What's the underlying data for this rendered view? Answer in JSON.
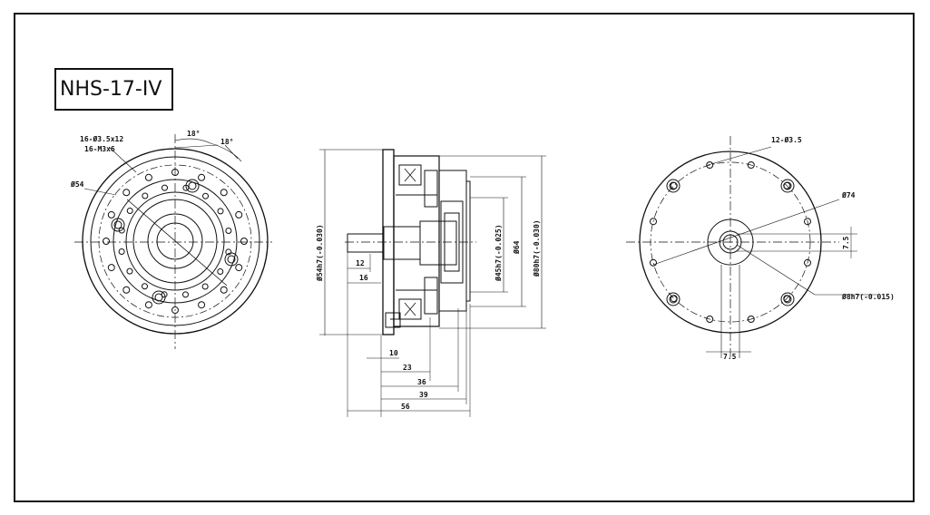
{
  "title": "NHS-17-IV",
  "front_view": {
    "hole_spec_1": "16-Ø3.5x12",
    "hole_spec_2": "16-M3x6",
    "pcd": "Ø54",
    "angle_a": "18°",
    "angle_b": "18°"
  },
  "side_view": {
    "dia_shaft": "Ø54h7(-0.030)",
    "dia_inner": "Ø45h7(-0.025)",
    "dia_64": "Ø64",
    "dia_outer": "Ø80h7(-0.030)",
    "dims": [
      "12",
      "16",
      "10",
      "23",
      "36",
      "39",
      "56"
    ]
  },
  "rear_view": {
    "hole_spec": "12-Ø3.5",
    "pcd": "Ø74",
    "key_width_h": "7.5",
    "key_width_v": "7.5",
    "bore": "Ø8h7(-0.015)"
  }
}
